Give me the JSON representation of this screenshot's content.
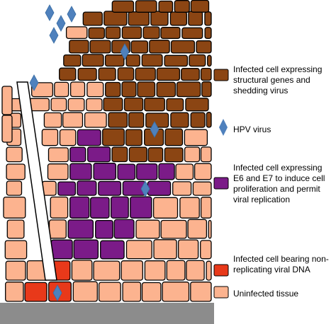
{
  "legend": {
    "structural": {
      "label": "Infected cell expressing structural genes and shedding virus",
      "color": "#8B4513"
    },
    "virus": {
      "label": "HPV virus",
      "color": "#4F81BD"
    },
    "e6e7": {
      "label": "Infected cell expressing E6 and E7 to induce cell proliferation and permit viral replication",
      "color": "#7B1B88"
    },
    "nonreplicating": {
      "label": "Infected cell bearing non-replicating viral DNA",
      "color": "#E8391A"
    },
    "uninfected": {
      "label": "Uninfected tissue",
      "color": "#FCB38F"
    }
  },
  "basement_membrane_color": "#8C8C8C",
  "outline_color": "#000000"
}
